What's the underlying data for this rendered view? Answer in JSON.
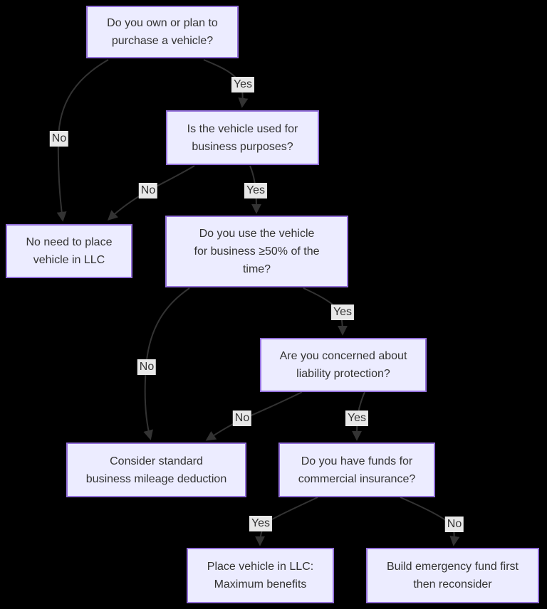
{
  "diagram": {
    "type": "flowchart",
    "direction": "top-down",
    "colors": {
      "background": "#000000",
      "node_fill": "#ECECFF",
      "node_border": "#9370DB",
      "node_text": "#333333",
      "edge_line": "#333333",
      "edge_label_bg": "#e8e8e8",
      "edge_label_text": "#333333"
    }
  },
  "nodes": [
    {
      "id": "own-vehicle",
      "label": "Do you own or plan to\npurchase a vehicle?"
    },
    {
      "id": "business-use",
      "label": "Is the vehicle used for\nbusiness purposes?"
    },
    {
      "id": "no-llc",
      "label": "No need to place\nvehicle in LLC"
    },
    {
      "id": "fifty-percent",
      "label": "Do you use the vehicle\nfor business ≥50% of the\ntime?"
    },
    {
      "id": "liability",
      "label": "Are you concerned about\nliability protection?"
    },
    {
      "id": "mileage",
      "label": "Consider standard\nbusiness mileage deduction"
    },
    {
      "id": "insurance-funds",
      "label": "Do you have funds for\ncommercial insurance?"
    },
    {
      "id": "place-llc",
      "label": "Place vehicle in LLC:\nMaximum benefits"
    },
    {
      "id": "emergency-fund",
      "label": "Build emergency fund first\nthen reconsider"
    }
  ],
  "edges": [
    {
      "from": "own-vehicle",
      "to": "no-llc",
      "label": "No"
    },
    {
      "from": "own-vehicle",
      "to": "business-use",
      "label": "Yes"
    },
    {
      "from": "business-use",
      "to": "no-llc",
      "label": "No"
    },
    {
      "from": "business-use",
      "to": "fifty-percent",
      "label": "Yes"
    },
    {
      "from": "fifty-percent",
      "to": "liability",
      "label": "Yes"
    },
    {
      "from": "fifty-percent",
      "to": "mileage",
      "label": "No"
    },
    {
      "from": "liability",
      "to": "mileage",
      "label": "No"
    },
    {
      "from": "liability",
      "to": "insurance-funds",
      "label": "Yes"
    },
    {
      "from": "insurance-funds",
      "to": "place-llc",
      "label": "Yes"
    },
    {
      "from": "insurance-funds",
      "to": "emergency-fund",
      "label": "No"
    }
  ]
}
